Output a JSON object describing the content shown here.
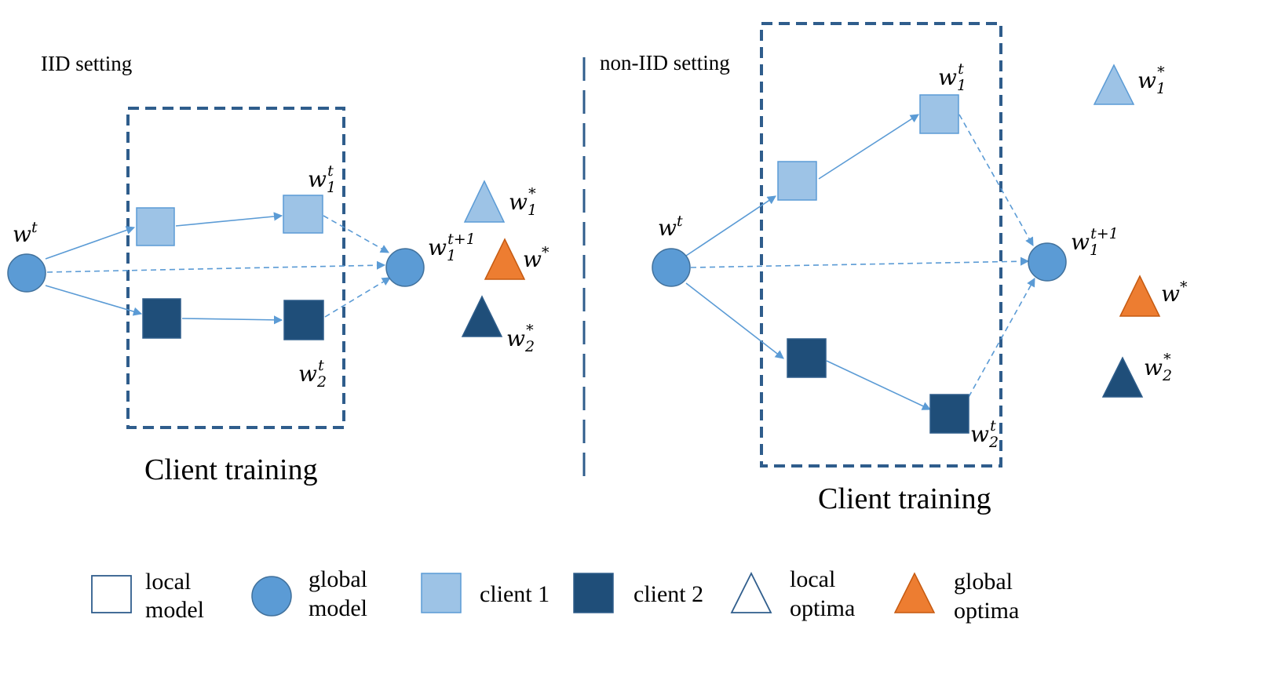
{
  "colors": {
    "global_model": "#5b9bd5",
    "global_model_stroke": "#41719c",
    "client1": "#9dc3e6",
    "client1_stroke": "#5b9bd5",
    "client2": "#1f4e79",
    "client2_stroke": "#2e5d8a",
    "global_optima": "#ed7d31",
    "global_optima_stroke": "#c55a11",
    "box_border": "#2f5d8c",
    "arrow": "#5b9bd5"
  },
  "iid": {
    "title": "IID setting",
    "caption": "Client training",
    "global_start": {
      "base": "w",
      "sup": "t"
    },
    "client1_local": {
      "base": "w",
      "sub": "1",
      "sup": "t"
    },
    "client2_local": {
      "base": "w",
      "sub": "2",
      "sup": "t"
    },
    "global_next": {
      "base": "w",
      "sub": "1",
      "sup": "t+1"
    },
    "opt1": {
      "base": "w",
      "sub": "1",
      "sup": "*"
    },
    "opt_global": {
      "base": "w",
      "sup": "*"
    },
    "opt2": {
      "base": "w",
      "sub": "2",
      "sup": "*"
    }
  },
  "non_iid": {
    "title": "non-IID setting",
    "caption": "Client training",
    "global_start": {
      "base": "w",
      "sup": "t"
    },
    "client1_local": {
      "base": "w",
      "sub": "1",
      "sup": "t"
    },
    "client2_local": {
      "base": "w",
      "sub": "2",
      "sup": "t"
    },
    "global_next": {
      "base": "w",
      "sub": "1",
      "sup": "t+1"
    },
    "opt1": {
      "base": "w",
      "sub": "1",
      "sup": "*"
    },
    "opt_global": {
      "base": "w",
      "sup": "*"
    },
    "opt2": {
      "base": "w",
      "sub": "2",
      "sup": "*"
    }
  },
  "legend": {
    "local_model": [
      "local",
      "model"
    ],
    "global_model": [
      "global",
      "model"
    ],
    "client1": "client 1",
    "client2": "client 2",
    "local_optima": [
      "local",
      "optima"
    ],
    "global_optima": [
      "global",
      "optima"
    ]
  }
}
